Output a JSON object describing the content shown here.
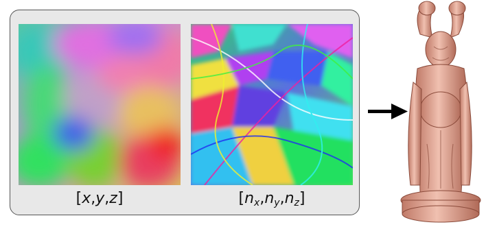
{
  "captions": {
    "position_open": "[",
    "x": "x",
    "y": "y",
    "z": "z",
    "comma": ",",
    "position_close": "]",
    "normal_open": "[",
    "n": "n",
    "sub_x": "x",
    "sub_y": "y",
    "sub_z": "z",
    "normal_close": "]"
  },
  "icons": {
    "arrow": "arrow-right-icon"
  },
  "colors": {
    "panel_bg": "#e8e8e8",
    "panel_border": "#555555",
    "mesh_color": "#d9a08b",
    "arrow_color": "#000000"
  }
}
